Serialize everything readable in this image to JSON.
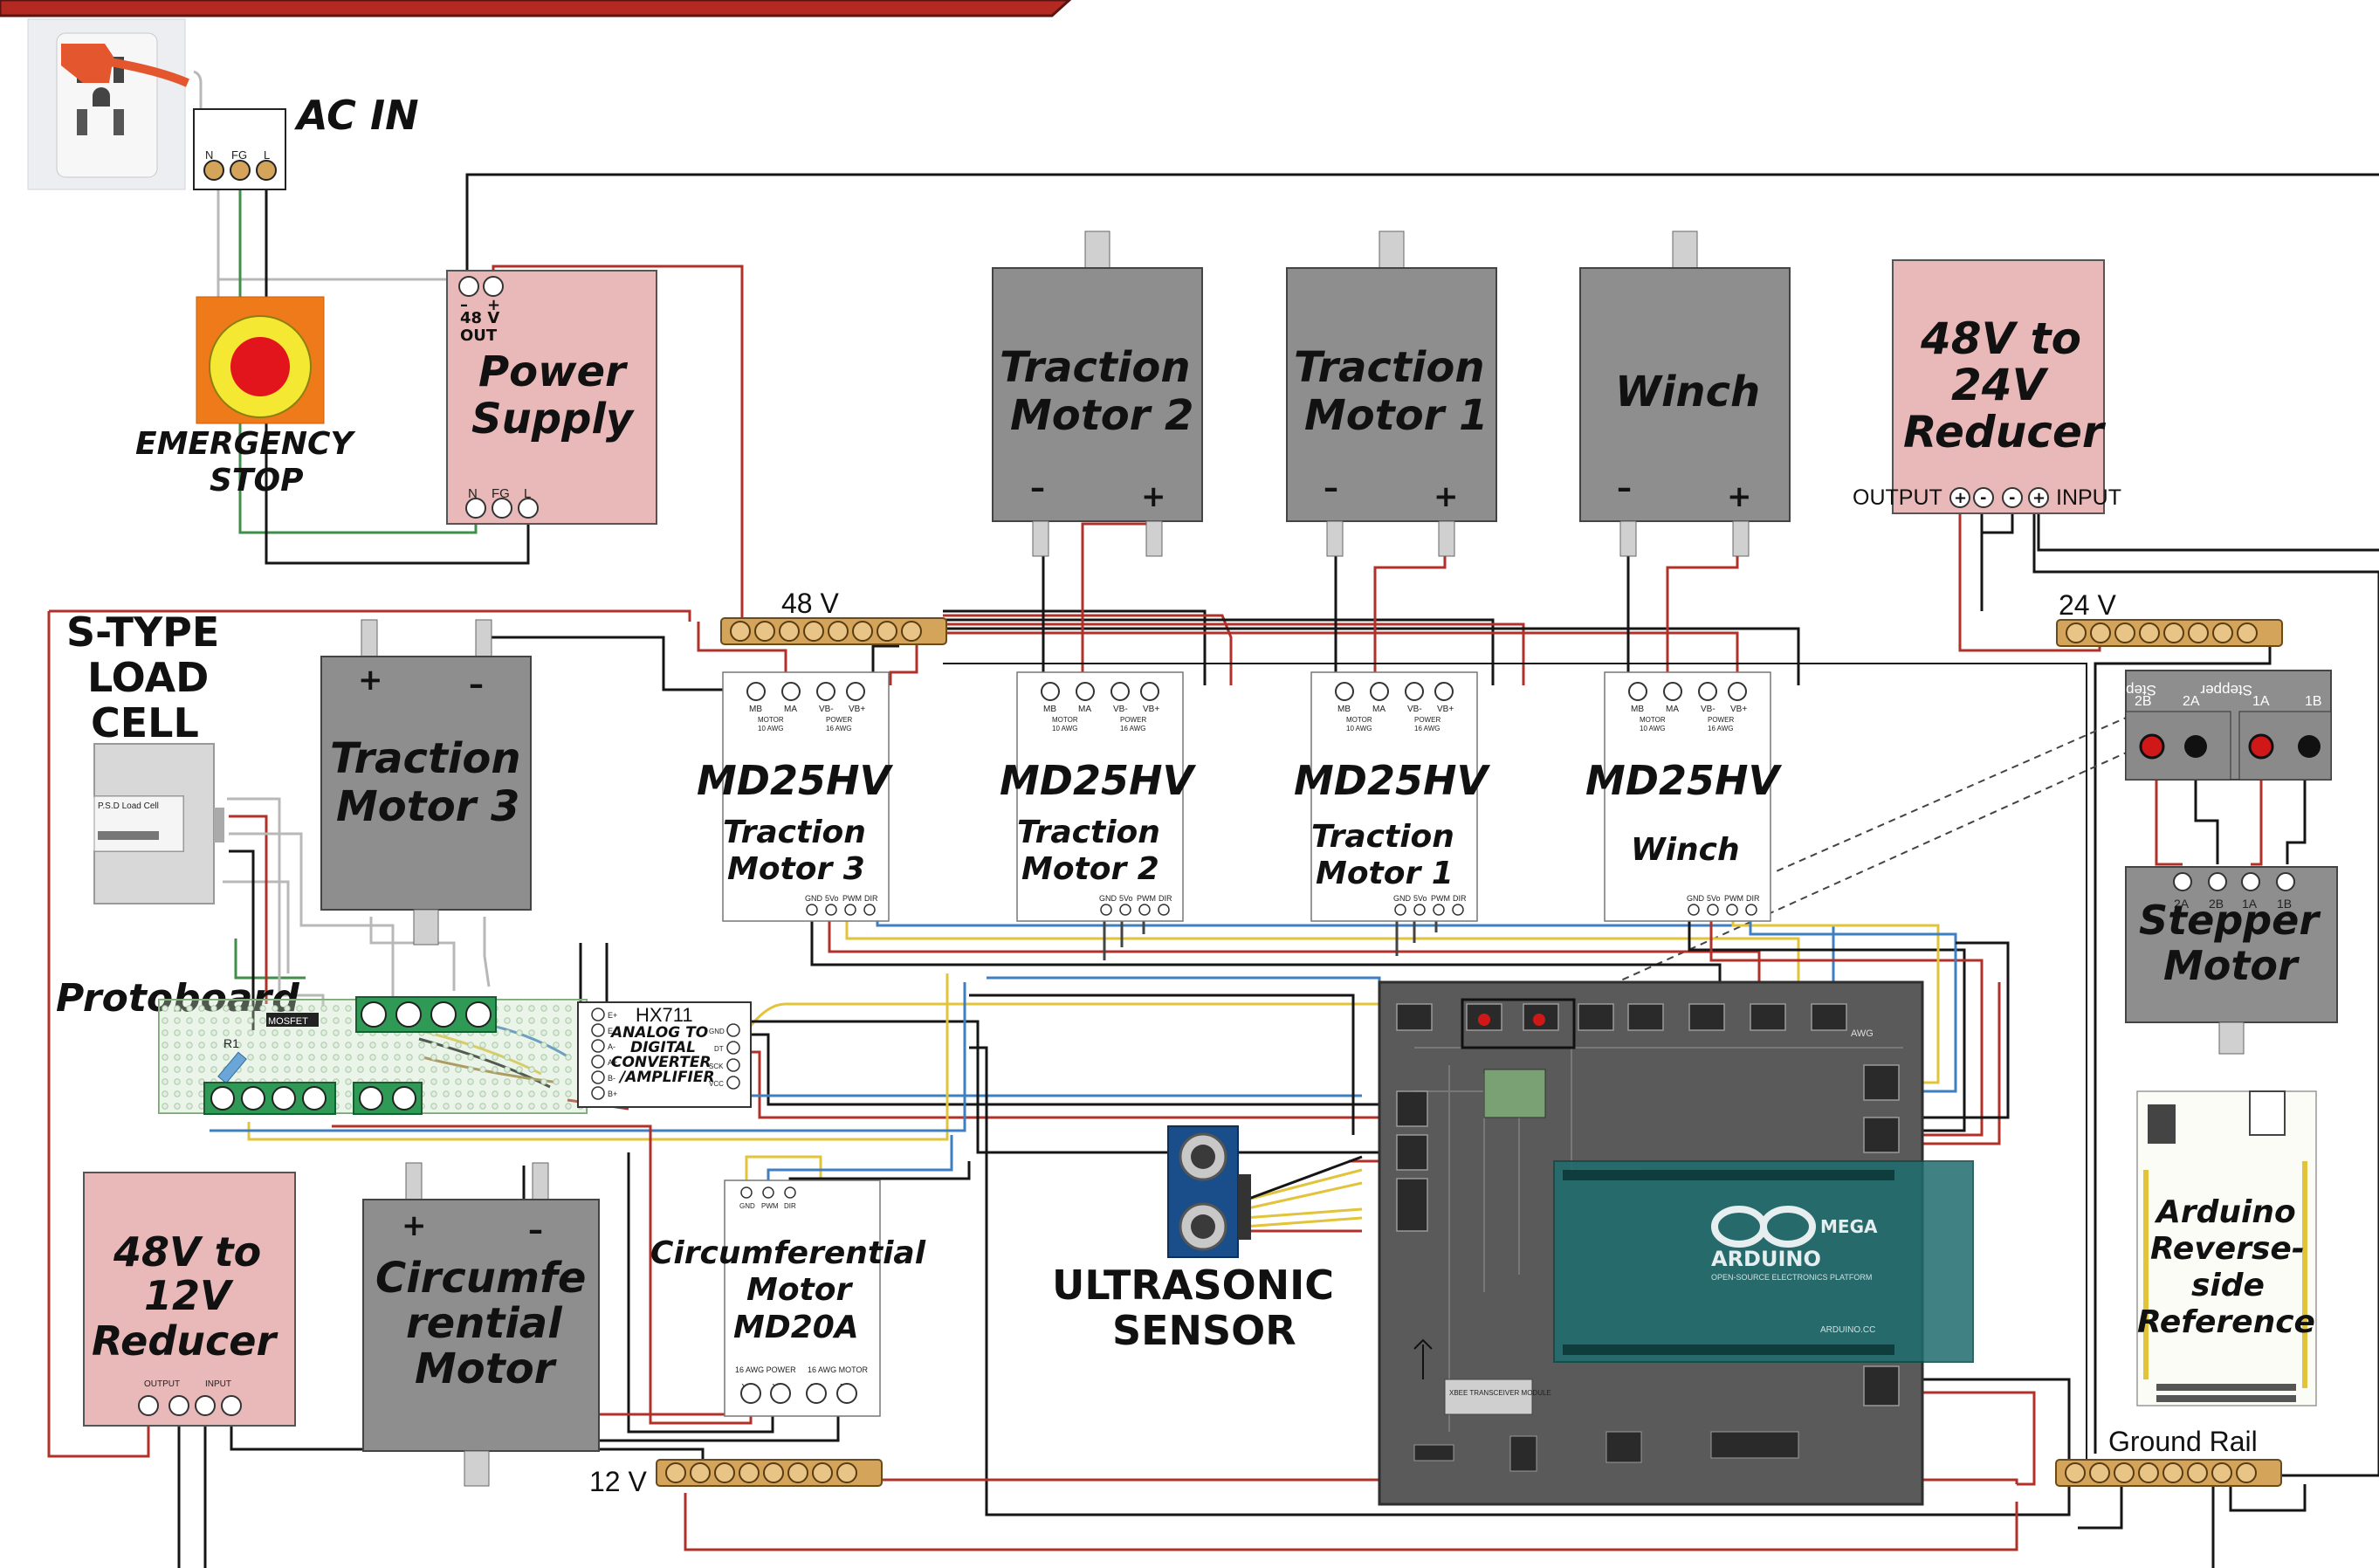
{
  "ac_in": {
    "title": "AC IN",
    "terminals": [
      "N",
      "FG",
      "L"
    ]
  },
  "emergency_stop": {
    "line1": "EMERGENCY",
    "line2": "STOP"
  },
  "power_supply": {
    "line1": "Power",
    "line2": "Supply",
    "out_volt": "48 V",
    "out_word": "OUT",
    "neg": "–",
    "pos": "+",
    "terminals": [
      "N",
      "FG",
      "L"
    ]
  },
  "motors": {
    "tm2": {
      "line1": "Traction",
      "line2": "Motor 2",
      "neg": "–",
      "pos": "+"
    },
    "tm1": {
      "line1": "Traction",
      "line2": "Motor 1",
      "neg": "–",
      "pos": "+"
    },
    "winch": {
      "line1": "Winch",
      "neg": "–",
      "pos": "+"
    },
    "tm3": {
      "line1": "Traction",
      "line2": "Motor 3",
      "neg": "–",
      "pos": "+"
    },
    "circ": {
      "line1": "Circumfe",
      "line2": "rential",
      "line3": "Motor",
      "neg": "–",
      "pos": "+"
    }
  },
  "reducer_24": {
    "line1": "48V to",
    "line2": "24V",
    "line3": "Reducer",
    "output": "OUTPUT",
    "input": "INPUT",
    "signs": [
      "+",
      "-",
      "-",
      "+"
    ]
  },
  "reducer_12": {
    "line1": "48V to",
    "line2": "12V",
    "line3": "Reducer",
    "output": "OUTPUT",
    "input": "INPUT"
  },
  "rails": {
    "v48": "48 V",
    "v24": "24 V",
    "v12": "12 V",
    "ground": "Ground Rail"
  },
  "load_cell": {
    "line1": "S-TYPE",
    "line2": "LOAD",
    "line3": "CELL",
    "brand": "P.S.D Load Cell"
  },
  "protoboard": {
    "title": "Protoboard",
    "mosfet": "MOSFET",
    "r1": "R1"
  },
  "hx711": {
    "title": "HX711",
    "line1": "ANALOG TO",
    "line2": "DIGITAL",
    "line3": "CONVERTER",
    "line4": "/AMPLIFIER",
    "pins_left": [
      "E+",
      "E-",
      "A-",
      "A+",
      "B-",
      "B+"
    ],
    "pins_right": [
      "GND",
      "DT",
      "SCK",
      "VCC"
    ]
  },
  "drivers": {
    "d3": {
      "model": "MD25HV",
      "line1": "Traction",
      "line2": "Motor 3"
    },
    "d2": {
      "model": "MD25HV",
      "line1": "Traction",
      "line2": "Motor 2"
    },
    "d1": {
      "model": "MD25HV",
      "line1": "Traction",
      "line2": "Motor 1"
    },
    "dw": {
      "model": "MD25HV",
      "line1": "Winch"
    },
    "top_pins": [
      "MB",
      "MA",
      "VB-",
      "VB+"
    ],
    "top_caption": [
      "MOTOR",
      "10 AWG",
      "POWER",
      "16 AWG"
    ],
    "bottom_pins": [
      "GND",
      "5Vo",
      "PWM",
      "DIR"
    ]
  },
  "md20a": {
    "line1": "Circumferential",
    "line2": "Motor",
    "line3": "MD20A",
    "top_pins": [
      "GND",
      "PWM",
      "DIR"
    ],
    "bottom_pins": [
      "VB+",
      "VB-",
      "MA",
      "MB"
    ],
    "caption_left": "16 AWG POWER",
    "caption_right": "16 AWG MOTOR"
  },
  "stepper": {
    "line1": "Stepper",
    "line2": "Motor",
    "pins": [
      "2A",
      "2B",
      "1A",
      "1B"
    ],
    "driver_labels": [
      "2B",
      "2A",
      "1A",
      "1B"
    ],
    "driver_word": "Stepper"
  },
  "ultrasonic": {
    "line1": "ULTRASONIC",
    "line2": "SENSOR"
  },
  "arduino": {
    "brand": "ARDUINO",
    "model": "MEGA",
    "tagline": "OPEN-SOURCE ELECTRONICS PLATFORM",
    "site": "ARDUINO.CC",
    "xbee": "XBEE TRANSCEIVER MODULE",
    "awg": "AWG"
  },
  "arduino_ref": {
    "line1": "Arduino",
    "line2": "Reverse-",
    "line3": "side",
    "line4": "Reference"
  },
  "colors": {
    "red_wire": "#b0302a",
    "black_wire": "#151515",
    "green_wire": "#3f8f4a",
    "gray_wire": "#b8b8b8",
    "yellow_wire": "#e2c43a",
    "blue_wire": "#3d7fc0",
    "motor_fill": "#8e8e8e",
    "pink_fill": "#e8b9b8",
    "rail_fill": "#d3a45a",
    "board_fill": "#5a5a5a",
    "title_bar": "#b42a22"
  }
}
